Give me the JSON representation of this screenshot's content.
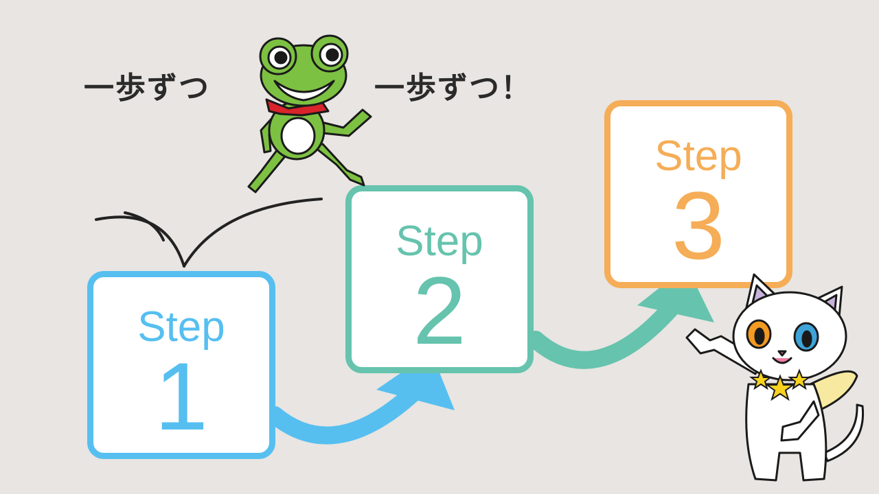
{
  "captions": {
    "left": "一歩ずつ",
    "right": "一歩ずつ！"
  },
  "steps": [
    {
      "word": "Step",
      "number": "1",
      "color": "#56bff0"
    },
    {
      "word": "Step",
      "number": "2",
      "color": "#66c3ad"
    },
    {
      "word": "Step",
      "number": "3",
      "color": "#f5ad57"
    }
  ],
  "colors": {
    "background": "#e8e5e2",
    "arrow1": "#56bff0",
    "arrow2": "#66c3ad"
  },
  "characters": [
    "frog-illustration",
    "white-cat-illustration"
  ]
}
